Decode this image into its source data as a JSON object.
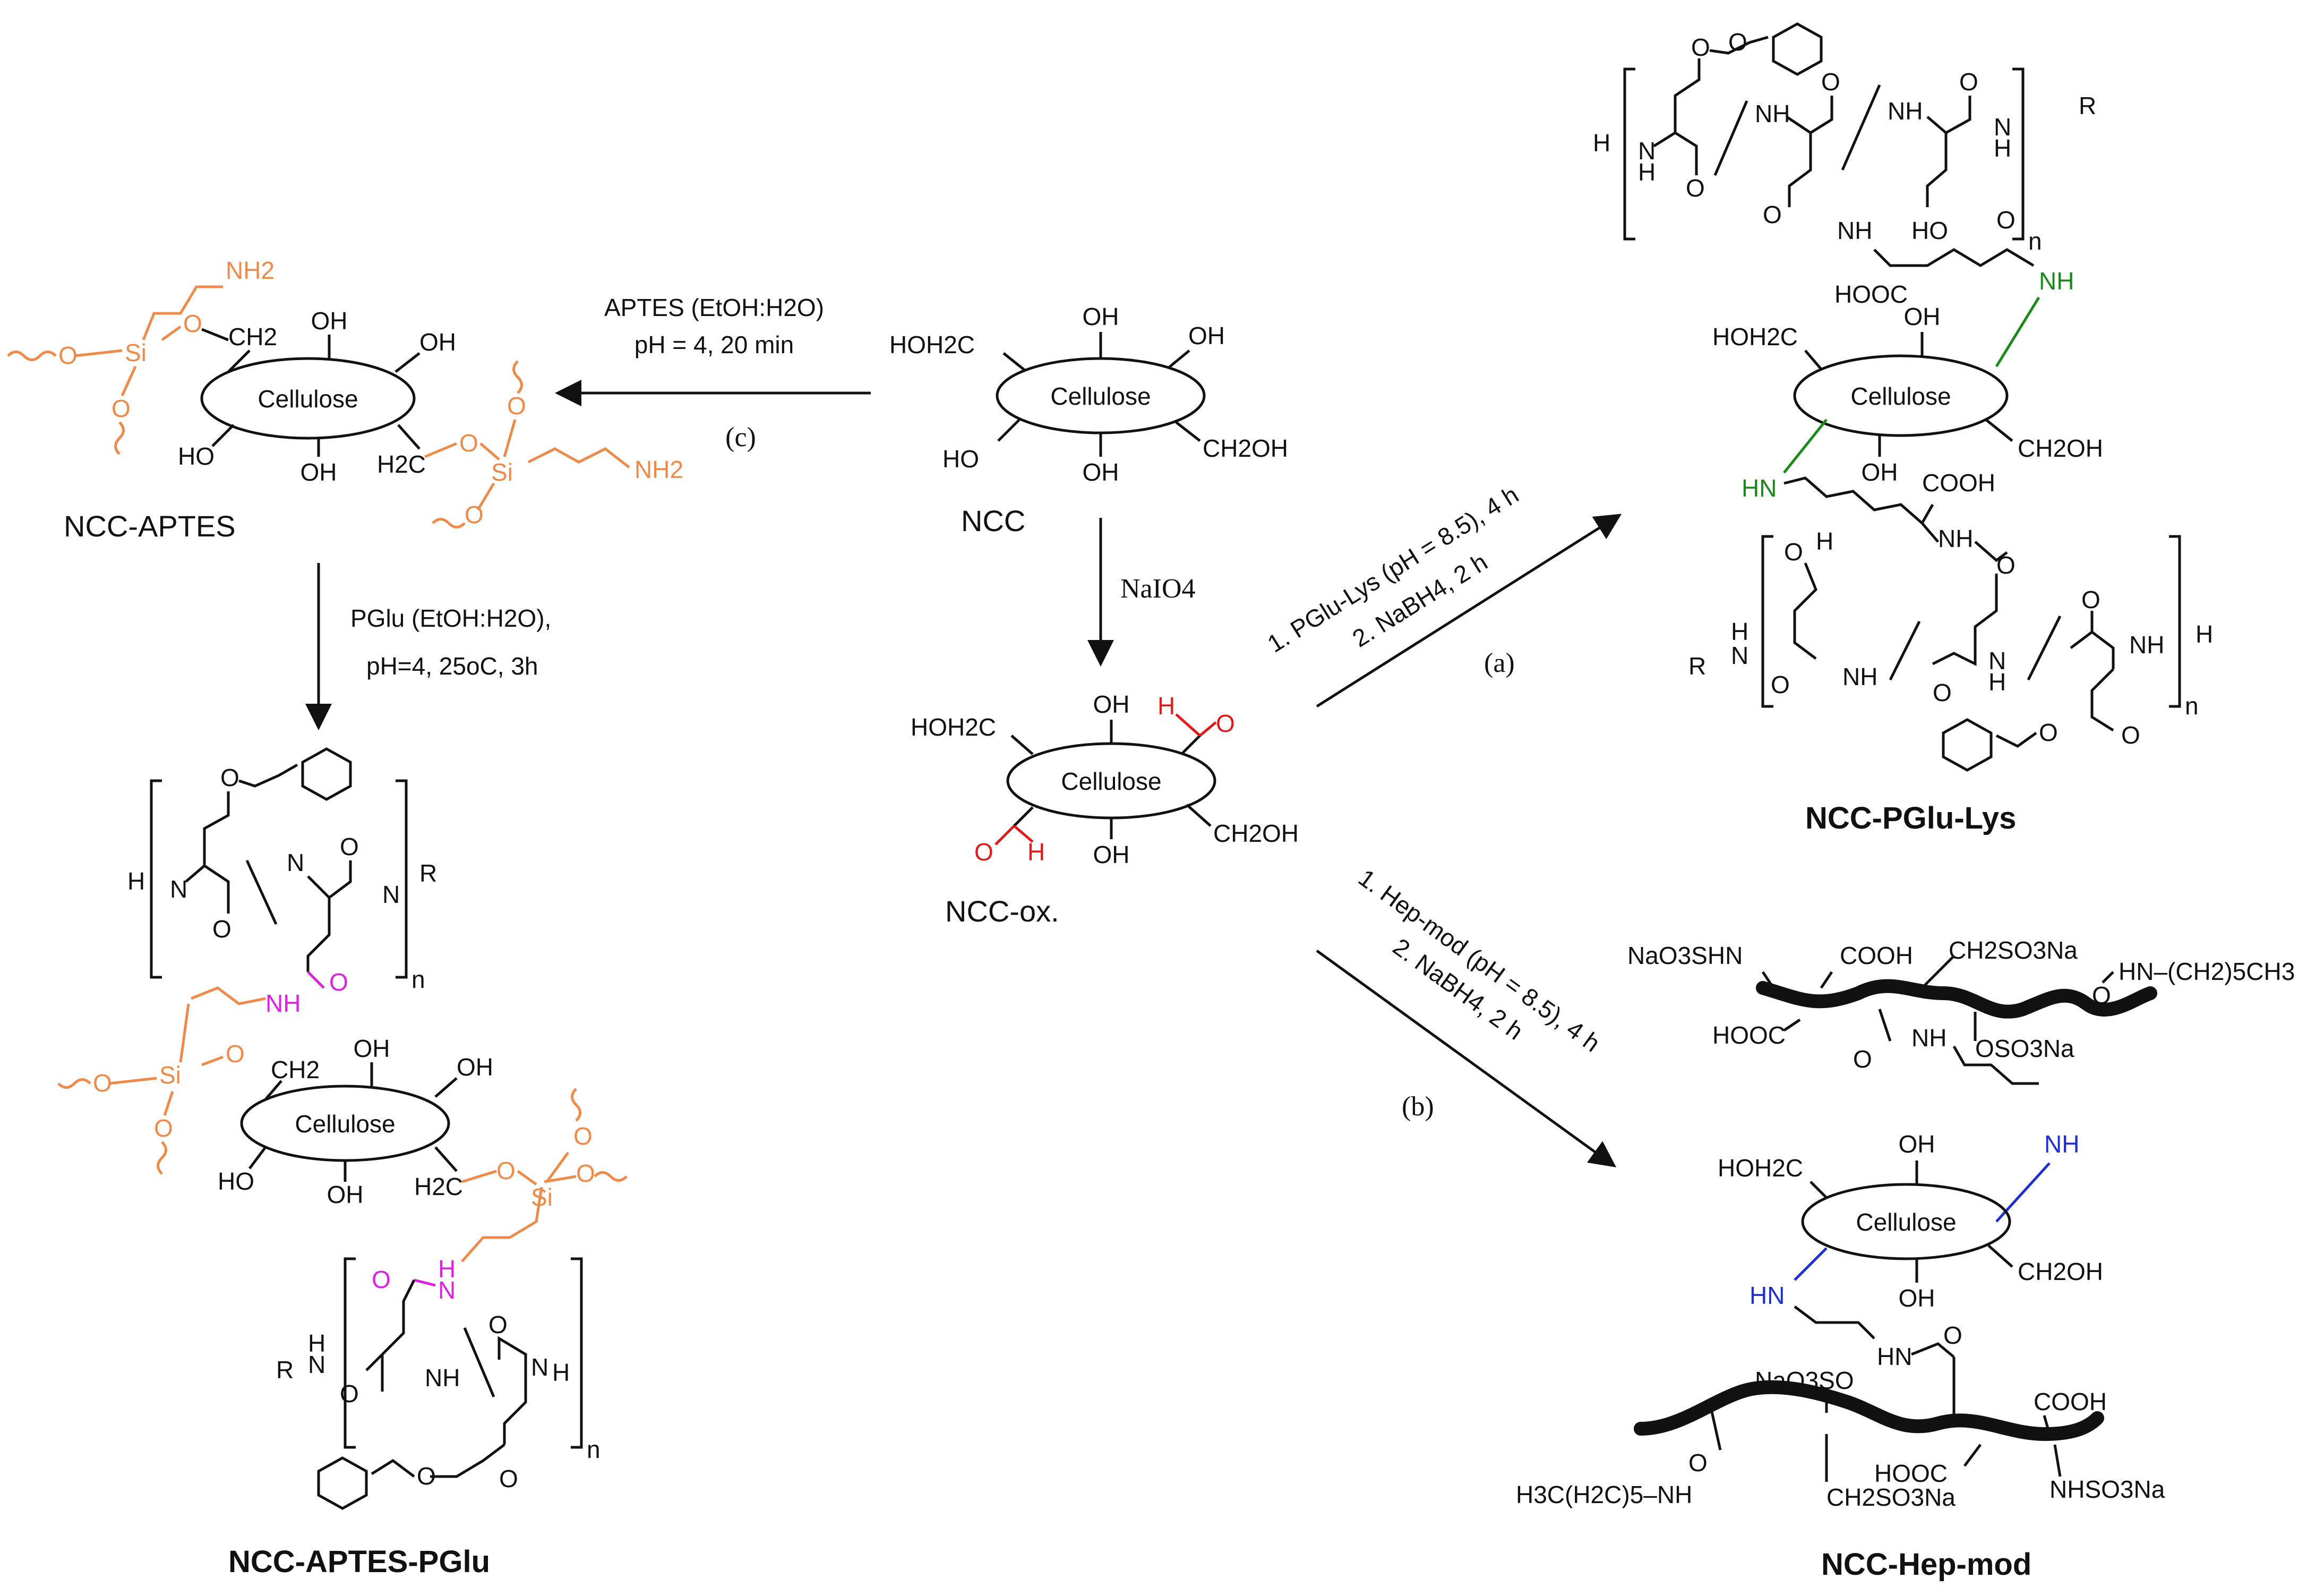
{
  "colors": {
    "black": "#111111",
    "orange": "#f08a4b",
    "red": "#e11b1b",
    "green": "#1a8a1a",
    "blue": "#1f2fd0",
    "magenta": "#e020e0"
  },
  "core": {
    "label": "Cellulose"
  },
  "compounds": {
    "ncc": "NCC",
    "ncc_ox": "NCC-ox.",
    "ncc_aptes": "NCC-APTES",
    "ncc_aptes_pglu": "NCC-APTES-PGlu",
    "ncc_pglu_lys": "NCC-PGlu-Lys",
    "ncc_hep_mod": "NCC-Hep-mod"
  },
  "reactions": {
    "c_line1": "APTES (EtOH:H2O)",
    "c_line2": "pH = 4, 20 min",
    "c_tag": "(c)",
    "ox_reagent": "NaIO4",
    "a_line1": "1. PGlu-Lys (pH = 8.5), 4 h",
    "a_line2": "2. NaBH4, 2 h",
    "a_tag": "(a)",
    "b_line1": "1. Hep-mod (pH = 8.5), 4 h",
    "b_line2": "2. NaBH4, 2 h",
    "b_tag": "(b)",
    "pglu_line1": "PGlu (EtOH:H2O),",
    "pglu_line2": "pH=4, 25oC, 3h"
  },
  "groups": {
    "oh": "OH",
    "ho": "HO",
    "hoh2c": "HOH2C",
    "ch2oh": "CH2OH",
    "ch2": "CH2",
    "h2c": "H2C",
    "nh2": "NH2",
    "si": "Si",
    "o": "O",
    "h": "H",
    "n": "N",
    "r": "R",
    "nh": "NH",
    "hn": "HN",
    "cooh": "COOH",
    "hooc": "HOOC",
    "n_sub": "n",
    "nao3shn": "NaO3SHN",
    "ch2so3na": "CH2SO3Na",
    "osoa3na": "OSO3Na",
    "hn_hexyl": "HN–(CH2)5CH3",
    "hexyl_nh": "H3C(H2C)5–NH",
    "nao3so": "NaO3SO",
    "nhso3na": "NHSO3Na"
  }
}
